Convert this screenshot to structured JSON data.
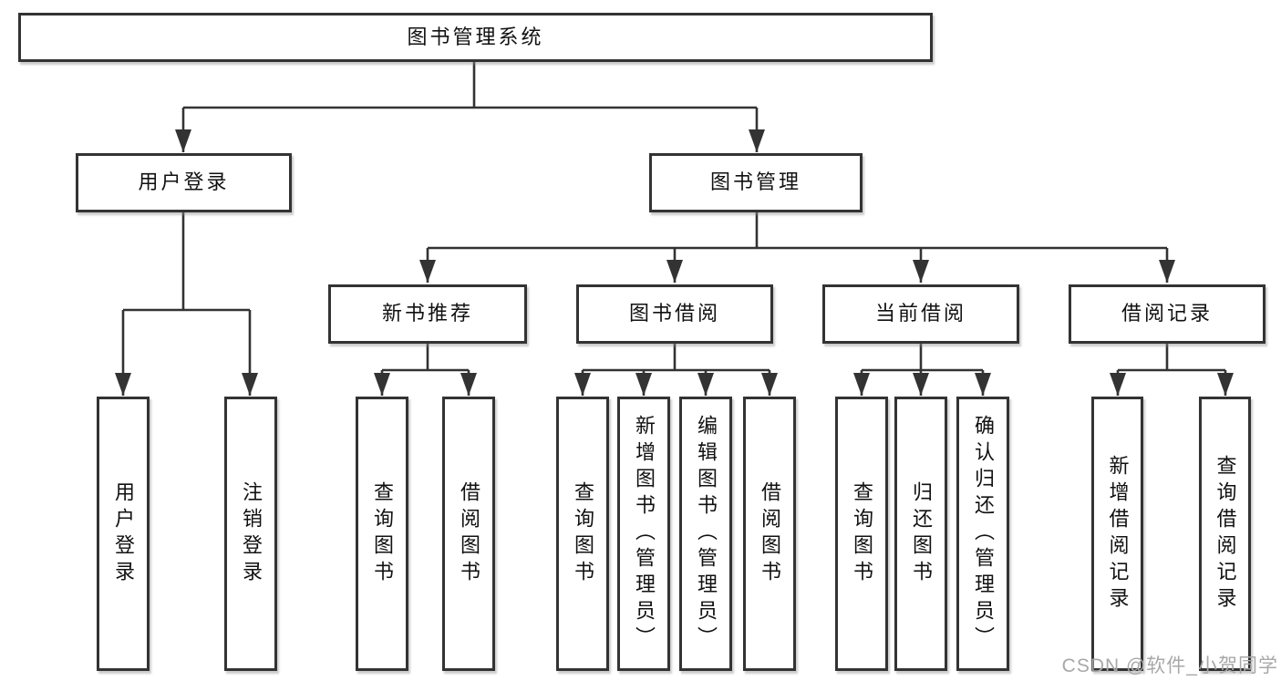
{
  "diagram": {
    "type": "tree",
    "title": "图书管理系统",
    "watermark": "CSDN @软件_小贺同学",
    "colors": {
      "line": "#333333",
      "box_border": "#333333",
      "box_fill": "#ffffff",
      "text": "#111111",
      "watermark": "#a8a8a8",
      "background": "#ffffff"
    },
    "tree": {
      "label": "图书管理系统",
      "children": [
        {
          "label": "用户登录",
          "children": [
            {
              "label": "用户登录"
            },
            {
              "label": "注销登录"
            }
          ]
        },
        {
          "label": "图书管理",
          "children": [
            {
              "label": "新书推荐",
              "children": [
                {
                  "label": "查询图书"
                },
                {
                  "label": "借阅图书"
                }
              ]
            },
            {
              "label": "图书借阅",
              "children": [
                {
                  "label": "查询图书"
                },
                {
                  "label": "新增图书（管理员）"
                },
                {
                  "label": "编辑图书（管理员）"
                },
                {
                  "label": "借阅图书"
                }
              ]
            },
            {
              "label": "当前借阅",
              "children": [
                {
                  "label": "查询图书"
                },
                {
                  "label": "归还图书"
                },
                {
                  "label": "确认归还（管理员）"
                }
              ]
            },
            {
              "label": "借阅记录",
              "children": [
                {
                  "label": "新增借阅记录"
                },
                {
                  "label": "查询借阅记录"
                }
              ]
            }
          ]
        }
      ]
    }
  }
}
